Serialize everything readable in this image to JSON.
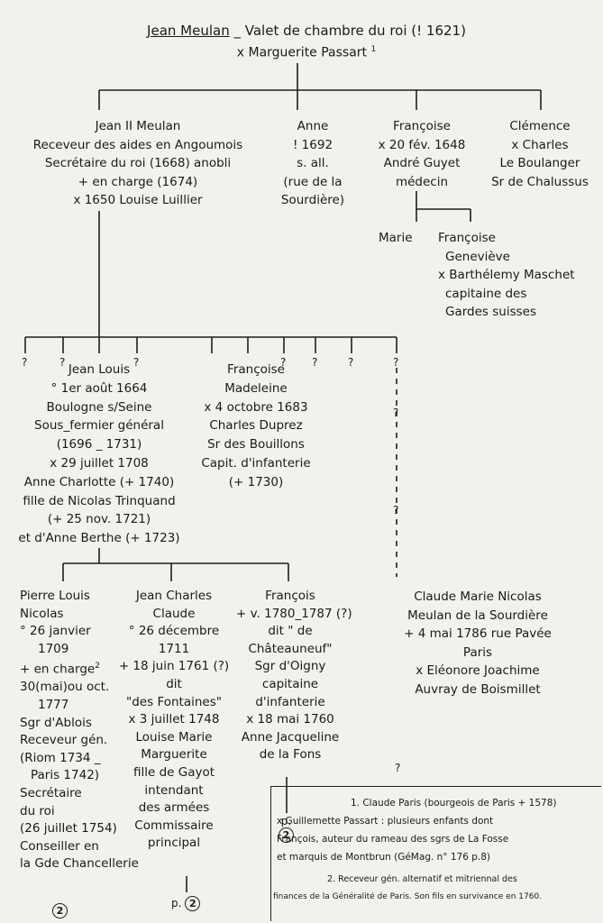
{
  "root": {
    "name": "Jean Meulan",
    "title": "_ Valet de chambre du roi (! 1621)",
    "spouse": "x Marguerite Passart",
    "spouse_note": "1"
  },
  "gen2": {
    "jean2": [
      "Jean II Meulan",
      "Receveur des aides en Angoumois",
      "Secrétaire du roi (1668) anobli",
      "+ en charge (1674)",
      "x 1650  Louise Luillier"
    ],
    "anne": [
      "Anne",
      "! 1692",
      "s. all.",
      "(rue de la",
      "Sourdière)"
    ],
    "francoise": [
      "Françoise",
      "x 20 fév. 1648",
      "André Guyet",
      "médecin"
    ],
    "clemence": [
      "Clémence",
      "x  Charles",
      "Le Boulanger",
      "Sr de Chalussus"
    ]
  },
  "guyet_children": {
    "marie": "Marie",
    "francoise_g": [
      "Françoise",
      "Geneviève",
      "x Barthélemy Maschet",
      "capitaine des",
      "Gardes suisses"
    ]
  },
  "unknown_mark": "?",
  "gen3": {
    "jean_louis": [
      "Jean Louis",
      "° 1er août 1664",
      "Boulogne s/Seine",
      "Sous_fermier général",
      "(1696 _ 1731)",
      "x 29 juillet 1708",
      "Anne Charlotte (+ 1740)",
      "fille de Nicolas Trinquand",
      "(+ 25 nov. 1721)",
      "et d'Anne Berthe (+ 1723)"
    ],
    "francoise_m": [
      "Françoise",
      "Madeleine",
      "x 4 octobre 1683",
      "Charles Duprez",
      "Sr des Bouillons",
      "Capit. d'infanterie",
      "(+ 1730)"
    ]
  },
  "gen4": {
    "pierre_louis": [
      "Pierre Louis",
      "Nicolas",
      "° 26 janvier",
      "1709",
      "+ en charge",
      "30(mai)ou oct.",
      "1777",
      "Sgr d'Ablois",
      "Receveur gén.",
      "(Riom 1734 _",
      "Paris 1742)",
      "Secrétaire",
      "du roi",
      "(26 juillet 1754)",
      "Conseiller en",
      "la Gde Chancellerie"
    ],
    "pierre_note": "2",
    "jean_charles": [
      "Jean Charles",
      "Claude",
      "° 26 décembre",
      "1711",
      "+ 18 juin 1761 (?)",
      "dit",
      "\"des Fontaines\"",
      "x 3 juillet 1748",
      "Louise Marie",
      "Marguerite",
      "fille de Gayot",
      "intendant",
      "des armées",
      "Commissaire",
      "principal"
    ],
    "francois": [
      "François",
      "+ v. 1780_1787 (?)",
      "dit \" de",
      "Châteauneuf\"",
      "Sgr d'Oigny",
      "capitaine",
      "d'infanterie",
      "x 18 mai 1760",
      "Anne Jacqueline",
      "de la Fons"
    ],
    "claude": [
      "Claude Marie Nicolas",
      "Meulan de la Sourdière",
      "+ 4 mai 1786  rue Pavée",
      "Paris",
      "x Eléonore Joachime",
      "Auvray de Boismillet"
    ]
  },
  "refs": {
    "circle": "2",
    "page_prefix": "p."
  },
  "notes": [
    "1. Claude Paris (bourgeois de Paris + 1578)",
    "x Guillemette Passart : plusieurs enfants dont",
    "François, auteur du rameau des sgrs de La Fosse",
    "et marquis de Montbrun (GéMag. n° 176 p.8)",
    "2. Receveur gén. alternatif et mitriennal des",
    "finances de la Généralité de Paris. Son fils en survivance en 1760."
  ]
}
